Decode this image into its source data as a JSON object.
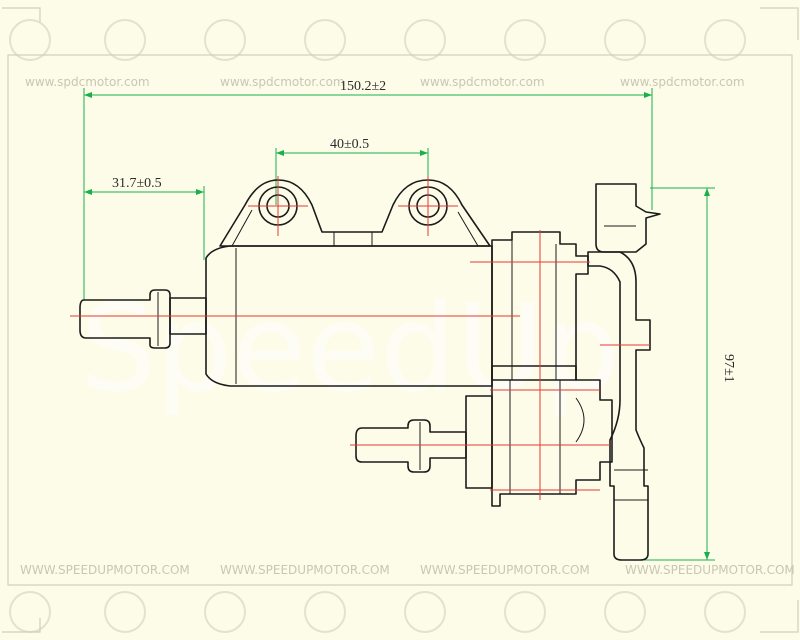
{
  "watermarks": {
    "top_row": [
      "www.spdcmotor.com",
      "www.spdcmotor.com",
      "www.spdcmotor.com",
      "www.spdcmotor.com"
    ],
    "bottom_row": [
      "WWW.SPEEDUPMOTOR.COM",
      "WWW.SPEEDUPMOTOR.COM",
      "WWW.SPEEDUPMOTOR.COM",
      "WWW.SPEEDUPMOTOR.COM"
    ],
    "center_logo": "SpeedUp"
  },
  "dimensions": {
    "overall_length": "150.2±2",
    "mount_spacing": "40±0.5",
    "inlet_offset": "31.7±0.5",
    "height": "97±1"
  },
  "colors": {
    "background": "#fdfce9",
    "outline": "#1b1b1b",
    "dimension_lines": "#19b04a",
    "center_lines": "#e53935"
  }
}
